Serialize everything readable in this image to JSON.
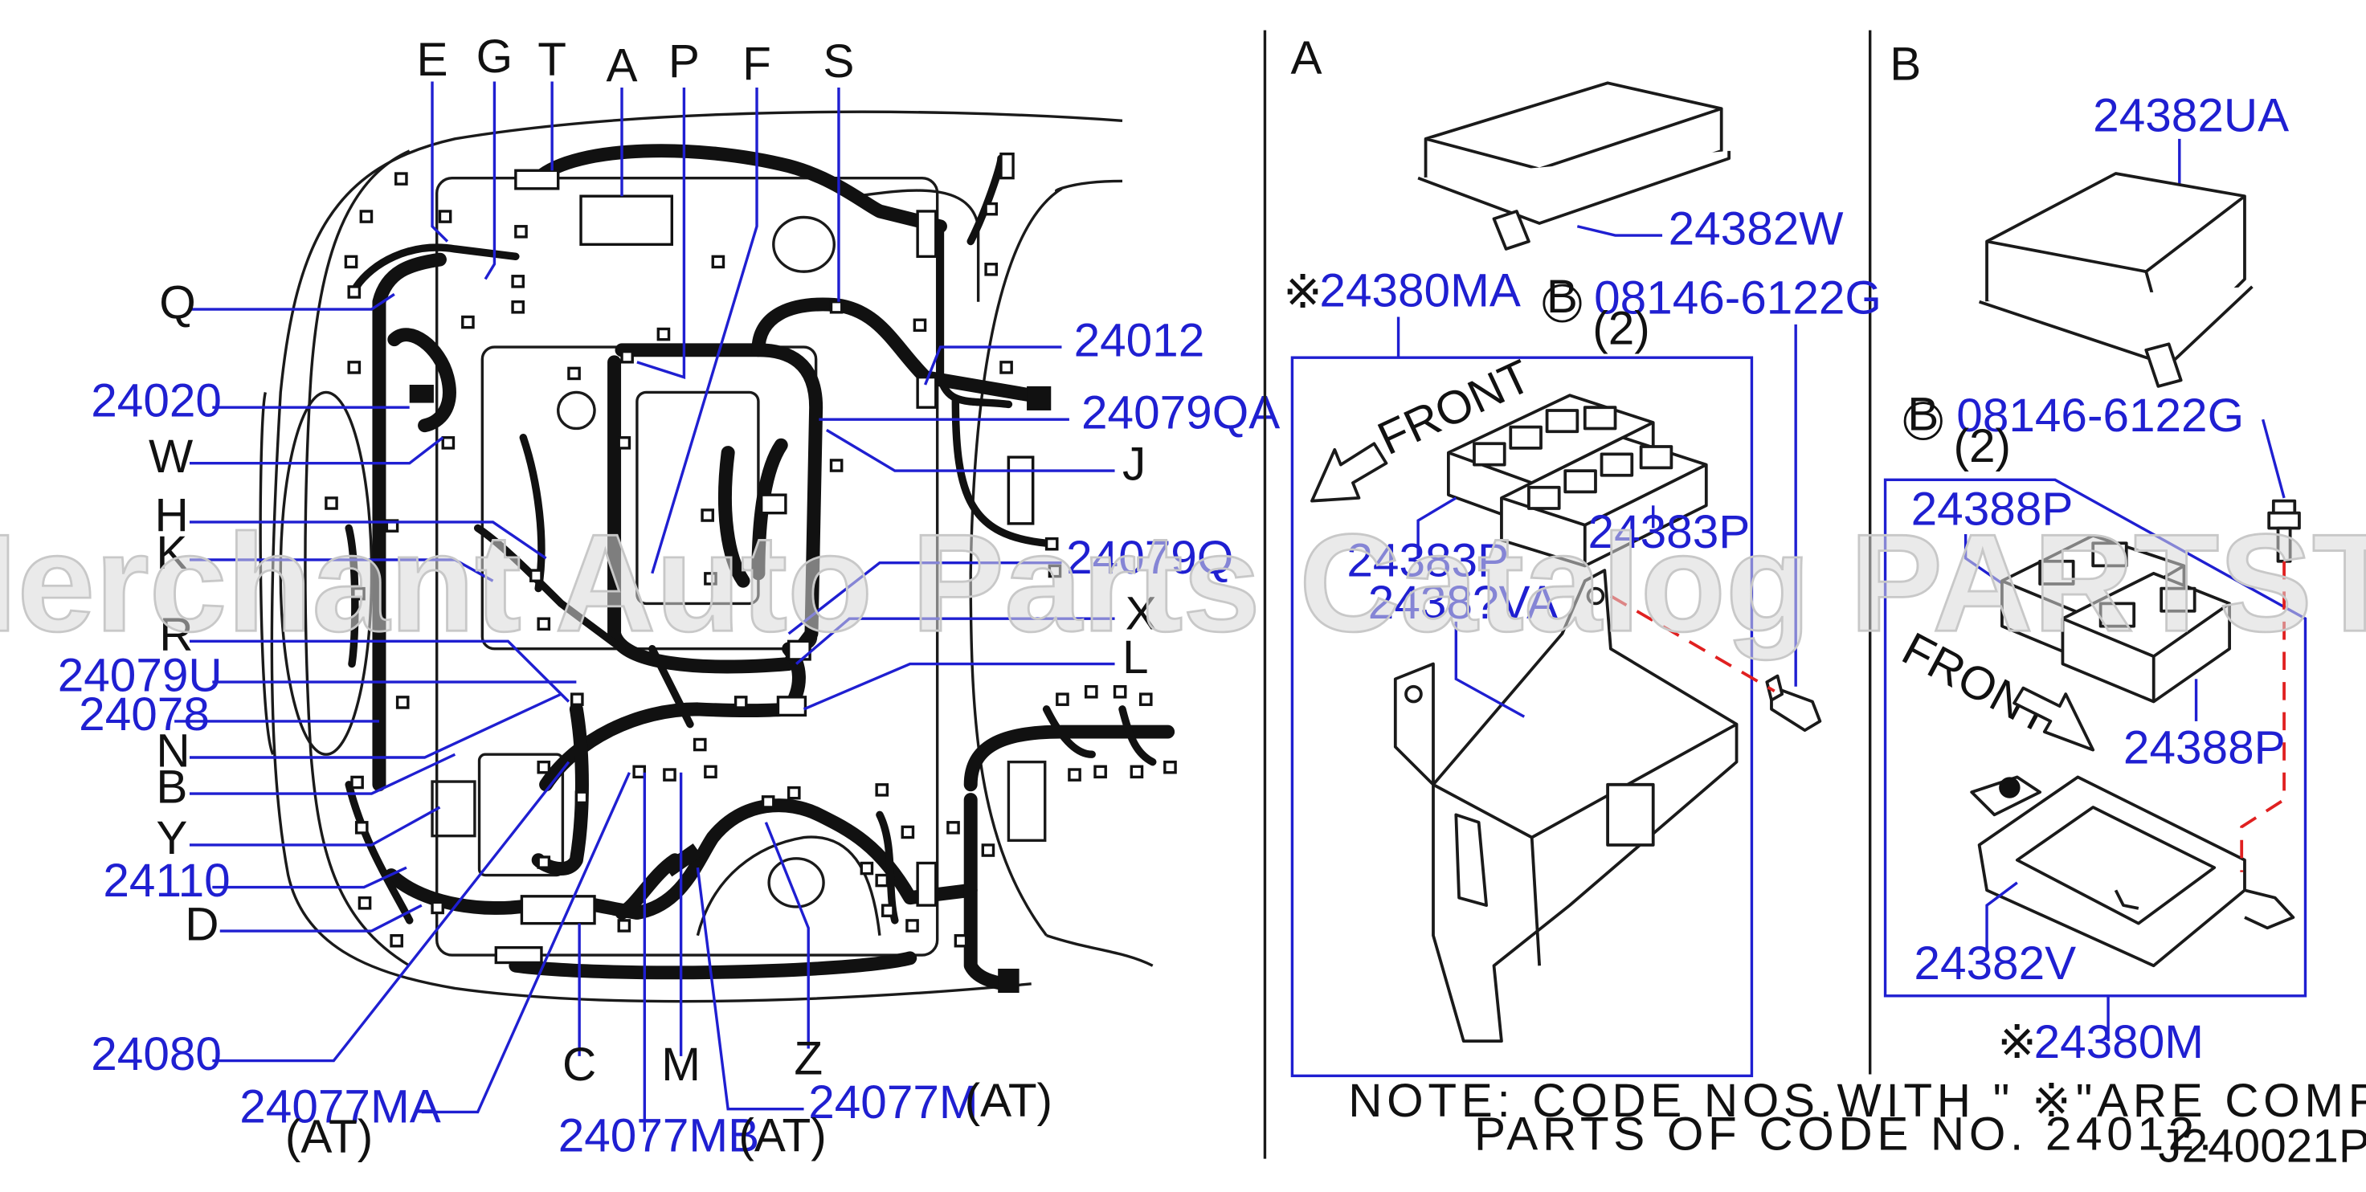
{
  "main_diagram": {
    "letter_labels_top": [
      "E",
      "G",
      "T",
      "A",
      "P",
      "F",
      "S"
    ],
    "left_labels": [
      "Q",
      "24020",
      "W",
      "H",
      "K",
      "R",
      "24079U",
      "24078",
      "N",
      "B",
      "Y",
      "24110",
      "D",
      "24080"
    ],
    "right_labels": [
      "24012",
      "24079QA",
      "J",
      "24079Q",
      "X",
      "L"
    ],
    "bottom_labels": [
      "C",
      "M",
      "Z",
      "24077MA",
      "24077MB",
      "24077M"
    ],
    "at_markers": [
      "(AT)",
      "(AT)",
      "(AT)"
    ]
  },
  "detail_a": {
    "section_label": "A",
    "cover_part": "24382W",
    "assembly_mark": "※",
    "assembly_part": "24380MA",
    "bolt_mark": "B",
    "bolt_part": "08146-6122G",
    "bolt_qty": "(2)",
    "front_label": "FRONT",
    "relay_part_1": "24383P",
    "relay_part_2": "24383P",
    "bracket_part": "2438?VA"
  },
  "detail_b": {
    "section_label": "B",
    "cover_part": "24382UA",
    "bolt_mark": "B",
    "bolt_part": "08146-6122G",
    "bolt_qty": "(2)",
    "relay_part_1": "24388P",
    "relay_part_2": "24388P",
    "front_label": "FRONT",
    "base_part": "24382V",
    "assembly_mark": "※",
    "assembly_part": "24380M"
  },
  "note": {
    "line1": "NOTE:  CODE  NOS.WITH  \"  ※\"ARE  COMPONENT",
    "line2": "PARTS  OF  CODE  NO.  24012."
  },
  "drawing_code": "J240021P",
  "watermark": "Offers Merchant Auto Parts Catalog PARTSTORE.SA",
  "colors": {
    "part_number_blue": "#1f1fd1",
    "line_black": "#111111",
    "dashed_red": "#e02020"
  }
}
